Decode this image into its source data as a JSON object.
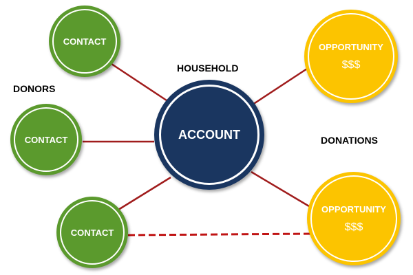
{
  "colors": {
    "contact": "#5b9a2d",
    "opportunity": "#fcc400",
    "account": "#1a3660",
    "connector": "#a01c1c"
  },
  "labels": {
    "household": "HOUSEHOLD",
    "donors": "DONORS",
    "donations": "DONATIONS"
  },
  "account": {
    "label": "ACCOUNT"
  },
  "contacts": [
    {
      "label": "CONTACT"
    },
    {
      "label": "CONTACT"
    },
    {
      "label": "CONTACT"
    }
  ],
  "opportunities": [
    {
      "label": "OPPORTUNITY",
      "amount": "$$$"
    },
    {
      "label": "OPPORTUNITY",
      "amount": "$$$"
    }
  ]
}
